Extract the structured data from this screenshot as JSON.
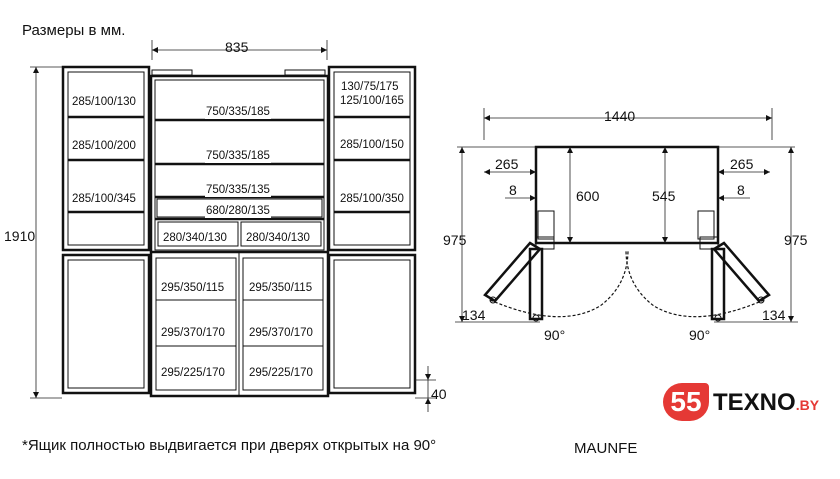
{
  "header": {
    "title": "Размеры в мм."
  },
  "front": {
    "width": "835",
    "height": "1910",
    "bottom_offset": "40",
    "left_door_shelves": [
      "285/100/130",
      "285/100/200",
      "285/100/345"
    ],
    "right_door_shelves": [
      "130/75/175",
      "125/100/165",
      "285/100/150",
      "285/100/350"
    ],
    "center_shelves": [
      "750/335/185",
      "750/335/185",
      "750/335/135",
      "680/280/135"
    ],
    "center_drawers": [
      "280/340/130",
      "280/340/130"
    ],
    "lower_left_drawers": [
      "295/350/115",
      "295/370/170",
      "295/225/170"
    ],
    "lower_right_drawers": [
      "295/350/115",
      "295/370/170",
      "295/225/170"
    ]
  },
  "top": {
    "total_width": "1440",
    "side_left": "265",
    "side_right": "265",
    "gap_left": "8",
    "gap_right": "8",
    "depth_body": "600",
    "depth_inner": "545",
    "depth_left": "975",
    "depth_right": "975",
    "angle_left": "90°",
    "angle_right": "90°",
    "offset_left": "134",
    "offset_right": "134"
  },
  "footnote": "*Ящик полностью выдвигается при дверях открытых на 90°",
  "model": "MAUNFE",
  "logo": {
    "number": "55",
    "word": "TEXNO",
    "domain": ".BY",
    "color": "#e53935"
  }
}
